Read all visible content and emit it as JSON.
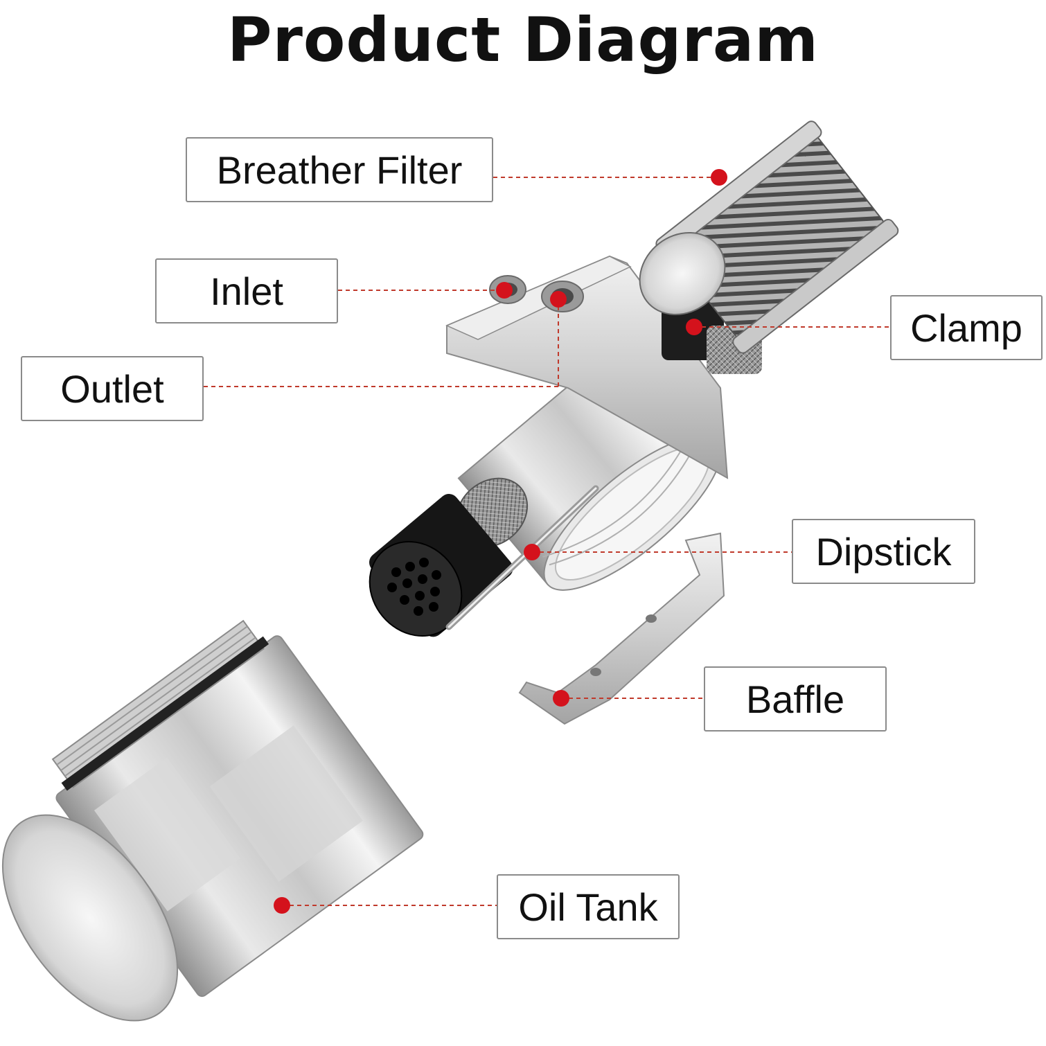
{
  "title": "Product Diagram",
  "labels": {
    "breather_filter": "Breather Filter",
    "inlet": "Inlet",
    "outlet": "Outlet",
    "clamp": "Clamp",
    "dipstick": "Dipstick",
    "baffle": "Baffle",
    "oil_tank": "Oil Tank"
  },
  "colors": {
    "marker": "#d4121c",
    "leader_line": "#c0392b",
    "label_border": "#8a8a8a",
    "aluminum": "#c9c9c9",
    "filter_mesh": "#7a7a7a"
  }
}
